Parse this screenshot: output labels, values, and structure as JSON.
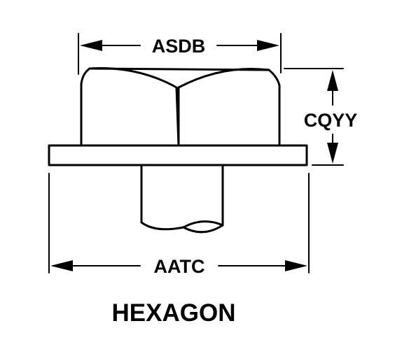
{
  "dimensions": {
    "top_width": "ASDB",
    "height": "CQYY",
    "flange_width": "AATC"
  },
  "caption": "HEXAGON",
  "colors": {
    "ink": "#000000",
    "paper": "#ffffff"
  }
}
